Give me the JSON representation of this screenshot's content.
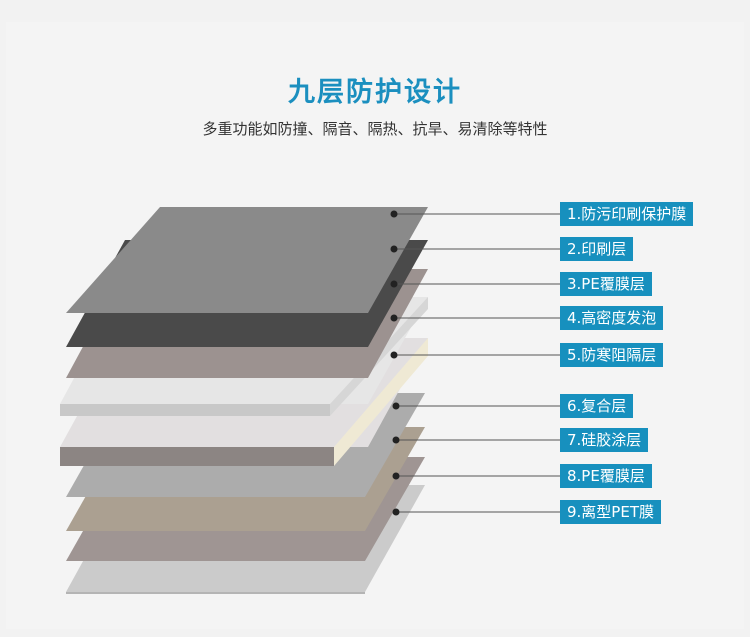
{
  "header": {
    "title": "九层防护设计",
    "subtitle": "多重功能如防撞、隔音、隔热、抗旱、易清除等特性"
  },
  "layers": [
    {
      "label": "1.防污印刷保护膜",
      "color": "#8a8a8a"
    },
    {
      "label": "2.印刷层",
      "color": "#4a4a4a"
    },
    {
      "label": "3.PE覆膜层",
      "color": "#9c9290"
    },
    {
      "label": "4.高密度发泡",
      "color": "#e6e6e6"
    },
    {
      "label": "5.防寒阻隔层",
      "color": "#efe9da"
    },
    {
      "label": "6.复合层",
      "color": "#acacac"
    },
    {
      "label": "7.硅胶涂层",
      "color": "#aba091"
    },
    {
      "label": "8.PE覆膜层",
      "color": "#9f9593"
    },
    {
      "label": "9.离型PET膜",
      "color": "#cbcbcb"
    }
  ],
  "colors": {
    "accent": "#1790be",
    "title": "#1b8fbf"
  }
}
